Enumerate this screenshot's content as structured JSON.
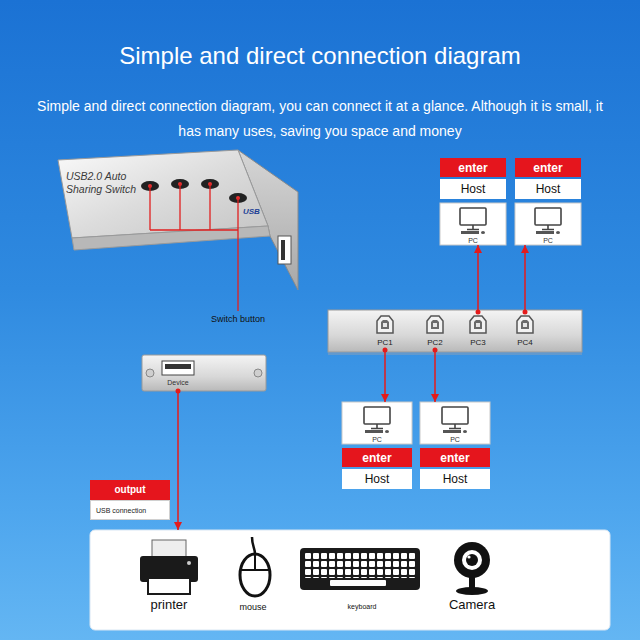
{
  "diagram": {
    "title": "Simple and direct connection diagram",
    "nodes": [
      {
        "text": [
          "enter",
          "Host",
          "PC"
        ]
      },
      {
        "text": [
          "enter",
          "Host",
          "PC"
        ]
      },
      {
        "text": [
          "PC1"
        ]
      },
      {
        "text": [
          "PC2"
        ]
      },
      {
        "text": [
          "PC3"
        ]
      },
      {
        "text": [
          "PC4"
        ]
      },
      {
        "text": [
          "Device"
        ]
      },
      {
        "text": [
          "PC",
          "enter",
          "Host"
        ]
      },
      {
        "text": [
          "PC",
          "enter",
          "Host"
        ]
      },
      {
        "text": [
          "output",
          "USB connection"
        ]
      },
      {
        "text": [
          "printer",
          "mouse",
          "keyboard",
          "Camera"
        ]
      }
    ],
    "edges": [
      {
        "from": 4,
        "to": 0,
        "arrow": "to"
      },
      {
        "from": 5,
        "to": 1,
        "arrow": "to"
      },
      {
        "from": 2,
        "to": 7,
        "arrow": "to"
      },
      {
        "from": 3,
        "to": 8,
        "arrow": "to"
      },
      {
        "from": 6,
        "to": 10,
        "arrow": "to"
      }
    ],
    "labels": [
      "Simple and direct connection diagram, you can connect it at a glance. Although it is small, it has many uses, saving you space and money",
      "USB2.0 Auto Sharing Switch",
      "USB",
      "Switch button"
    ]
  }
}
